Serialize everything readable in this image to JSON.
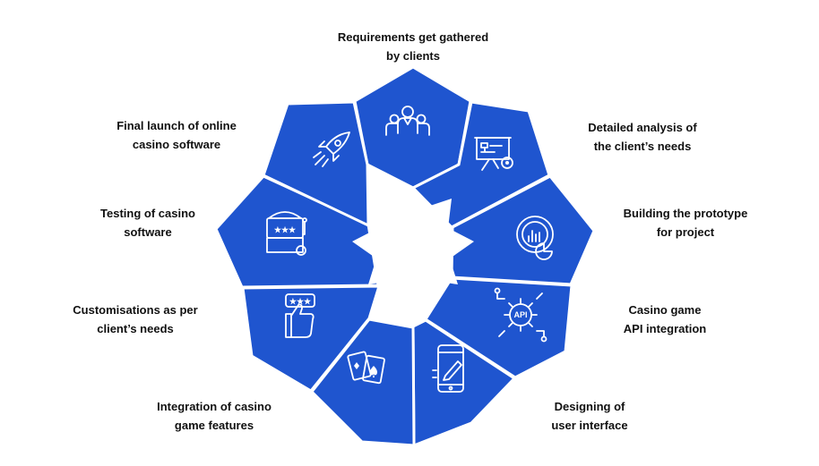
{
  "diagram": {
    "accent_color": "#1f55cf",
    "steps": [
      {
        "lines": [
          "Requirements get gathered",
          "by clients"
        ],
        "icon": "team-icon"
      },
      {
        "lines": [
          "Detailed analysis of",
          "the client’s needs"
        ],
        "icon": "presentation-board-icon"
      },
      {
        "lines": [
          "Building the prototype",
          "for project"
        ],
        "icon": "chart-analysis-icon"
      },
      {
        "lines": [
          "Casino game",
          "API integration"
        ],
        "icon": "api-gear-icon"
      },
      {
        "lines": [
          "Designing of",
          "user interface"
        ],
        "icon": "mobile-design-icon"
      },
      {
        "lines": [
          "Integration of casino",
          "game features"
        ],
        "icon": "playing-cards-icon"
      },
      {
        "lines": [
          "Customisations as per",
          "client’s needs"
        ],
        "icon": "thumbs-up-rating-icon"
      },
      {
        "lines": [
          "Testing of casino",
          "software"
        ],
        "icon": "slot-machine-icon"
      },
      {
        "lines": [
          "Final launch of online",
          "casino software"
        ],
        "icon": "rocket-icon"
      }
    ]
  }
}
